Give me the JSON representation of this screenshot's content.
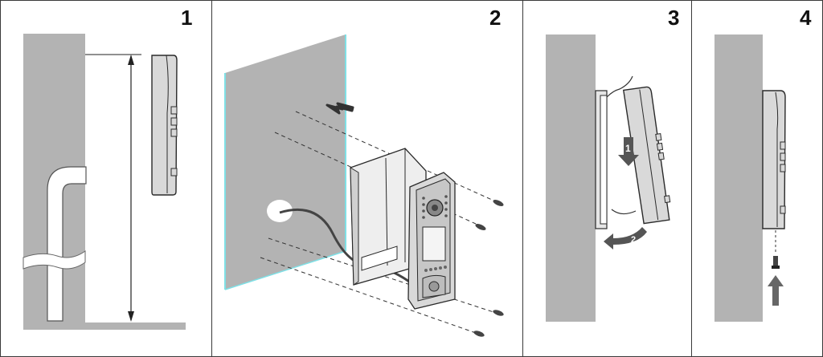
{
  "steps": [
    {
      "number": "1"
    },
    {
      "number": "2"
    },
    {
      "number": "3",
      "arrow_labels": [
        "1",
        "2"
      ]
    },
    {
      "number": "4"
    }
  ],
  "colors": {
    "wall": "#b3b3b3",
    "device": "#d9d9d9",
    "outline": "#2a2a2a",
    "arrow": "#555555",
    "wall_edge_highlight": "#7fe0e6"
  },
  "icons": [
    "wall",
    "pipe",
    "cable",
    "intercom-device",
    "mounting-bracket",
    "screw",
    "dimension-line",
    "push-arrow"
  ]
}
